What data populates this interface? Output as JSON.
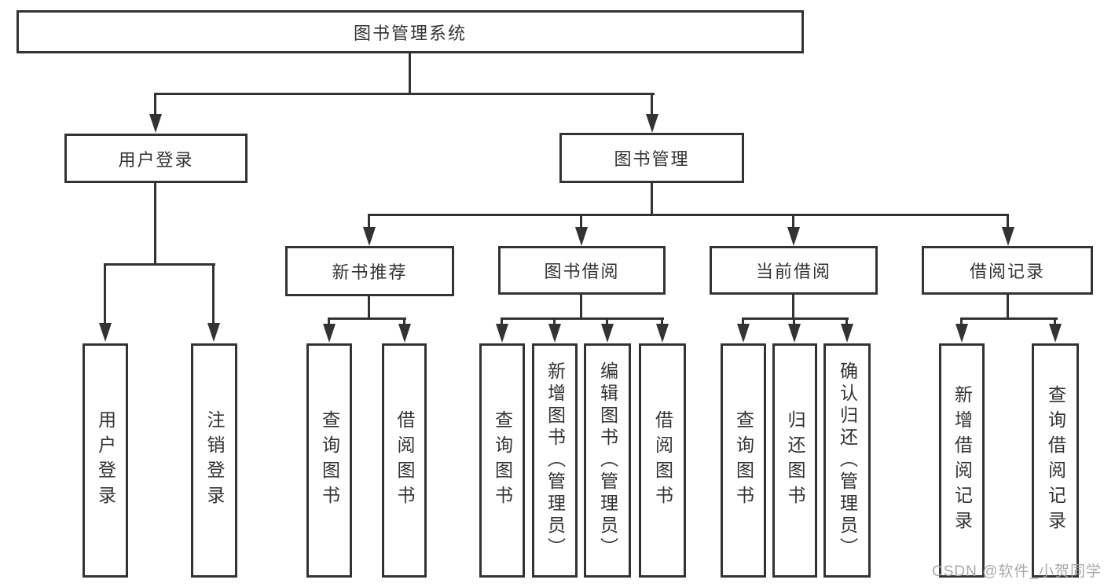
{
  "tree": {
    "label": "图书管理系统",
    "children": [
      {
        "label": "用户登录",
        "children": [
          {
            "label": "用户登录"
          },
          {
            "label": "注销登录"
          }
        ]
      },
      {
        "label": "图书管理",
        "children": [
          {
            "label": "新书推荐",
            "children": [
              {
                "label": "查询图书"
              },
              {
                "label": "借阅图书"
              }
            ]
          },
          {
            "label": "图书借阅",
            "children": [
              {
                "label": "查询图书"
              },
              {
                "label": "新增图书（管理员）"
              },
              {
                "label": "编辑图书（管理员）"
              },
              {
                "label": "借阅图书"
              }
            ]
          },
          {
            "label": "当前借阅",
            "children": [
              {
                "label": "查询图书"
              },
              {
                "label": "归还图书"
              },
              {
                "label": "确认归还（管理员）"
              }
            ]
          },
          {
            "label": "借阅记录",
            "children": [
              {
                "label": "新增借阅记录"
              },
              {
                "label": "查询借阅记录"
              }
            ]
          }
        ]
      }
    ]
  },
  "watermark": {
    "text": "CSDN @软件_小贺同学"
  },
  "colors": {
    "line": "#333333",
    "text": "#333333",
    "box_background": "#ffffff",
    "watermark": "#a2a2a2",
    "background": "#ffffff"
  }
}
